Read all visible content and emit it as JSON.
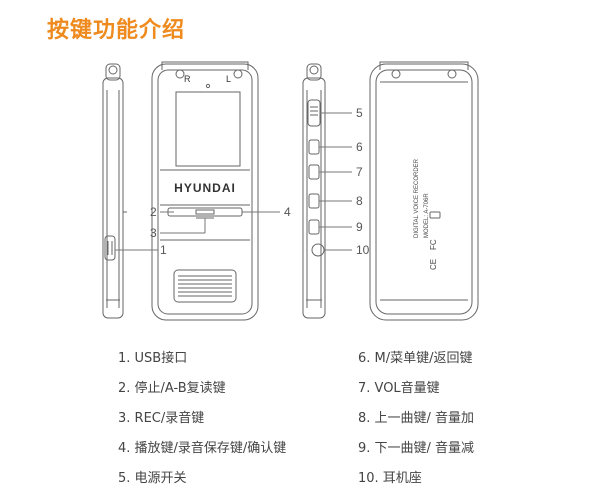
{
  "title": "按键功能介绍",
  "device": {
    "brand": "HYUNDAI",
    "back_lines": [
      "DIGITAL VOICE RECORDER",
      "MODEL: A-706R"
    ],
    "back_marks": [
      "CE",
      "FC"
    ],
    "top_letters": [
      "R",
      "L"
    ]
  },
  "callouts": [
    "1",
    "2",
    "3",
    "4",
    "5",
    "6",
    "7",
    "8",
    "9",
    "10"
  ],
  "legend": {
    "left": [
      "1. USB接口",
      "2. 停止/A-B复读键",
      "3. REC/录音键",
      "4. 播放键/录音保存键/确认键",
      "5. 电源开关"
    ],
    "right": [
      "6. M/菜单键/返回键",
      "7. VOL音量键",
      "8. 上一曲键/ 音量加",
      "9. 下一曲键/ 音量减",
      "10. 耳机座"
    ]
  }
}
